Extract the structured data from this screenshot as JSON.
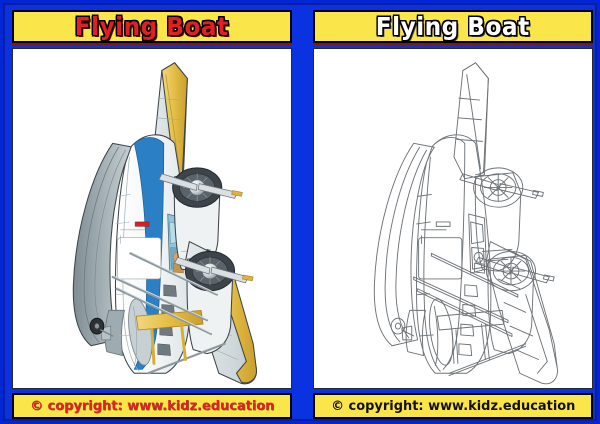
{
  "document": {
    "kind": "coloring-worksheet",
    "panel_count": 2
  },
  "colors": {
    "frame_blue": "#0a32e0",
    "frame_blue_dark": "#0b1f9e",
    "band_yellow": "#fae64b",
    "title_red": "#e31e24",
    "title_white": "#ffffff",
    "outline_black": "#000000",
    "canvas_white": "#ffffff",
    "plane_body_white": "#f4f6f7",
    "plane_hull_grey": "#9aa7ab",
    "plane_stripe_blue": "#2b7fc4",
    "plane_wing_yellow": "#e8c14a",
    "plane_engine_dark": "#3b4147",
    "line_art_grey": "#6d7276"
  },
  "panels": [
    {
      "id": "colored-panel",
      "title": "Flying Boat",
      "title_style": "red",
      "footer": "© copyright: www.kidz.education",
      "footer_style": "red",
      "artwork": "flying-boat-colored"
    },
    {
      "id": "outline-panel",
      "title": "Flying Boat",
      "title_style": "white",
      "footer": "© copyright: www.kidz.education",
      "footer_style": "black",
      "artwork": "flying-boat-outline"
    }
  ]
}
